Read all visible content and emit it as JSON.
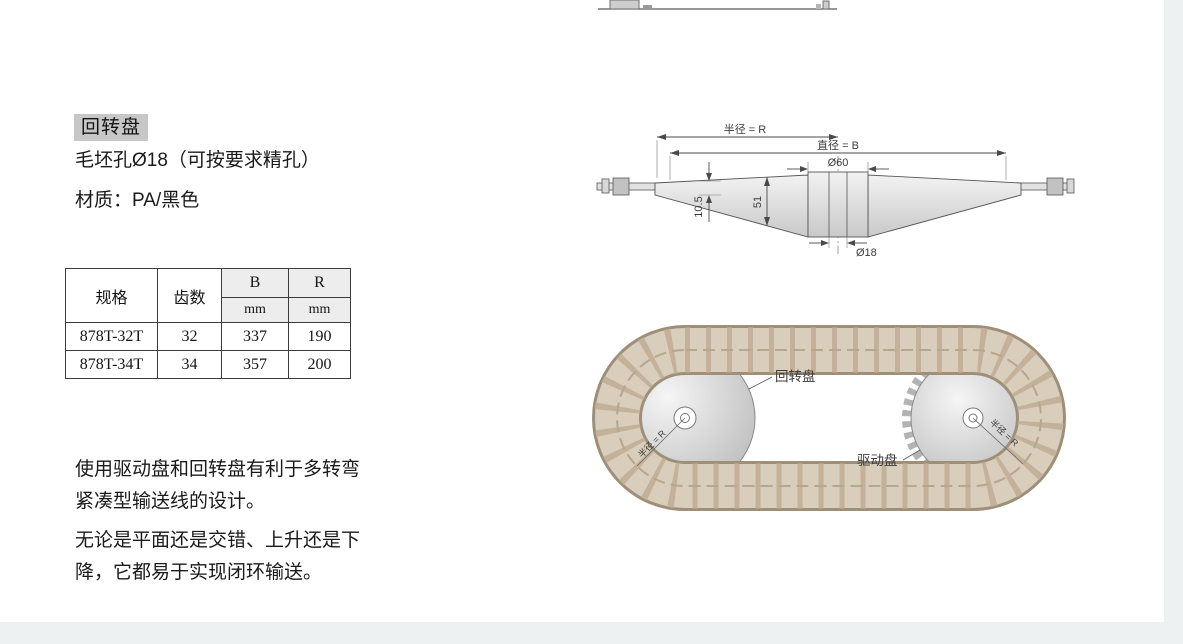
{
  "header": {
    "badge": "回转盘"
  },
  "intro": {
    "line1": "毛坯孔Ø18（可按要求精孔）",
    "line2": "材质：PA/黑色"
  },
  "table": {
    "col_spec": "规格",
    "col_teeth": "齿数",
    "col_b": "B",
    "col_r": "R",
    "unit_b": "mm",
    "unit_r": "mm",
    "rows": [
      {
        "spec": "878T-32T",
        "teeth": "32",
        "b": "337",
        "r": "190"
      },
      {
        "spec": "878T-34T",
        "teeth": "34",
        "b": "357",
        "r": "200"
      }
    ]
  },
  "description": {
    "p1": [
      "使用驱动盘和回转盘有利于多转弯",
      "紧凑型输送线的设计。"
    ],
    "p2": [
      "无论是平面还是交错、上升还是下",
      "降，它都易于实现闭环输送。"
    ]
  },
  "section_drawing": {
    "radius": "半径 = R",
    "diameter": "直径 = B",
    "hub": "Ø60",
    "bore": "Ø18",
    "height": "51",
    "rim": "10.5"
  },
  "loop_drawing": {
    "idler_label": "回转盘",
    "drive_label": "驱动盘",
    "radius_left": "半径 = R",
    "radius_right": "半径 = R"
  },
  "colors": {
    "chain_band": "#d9cdbb",
    "chain_links": "#c3b199",
    "chain_edge": "#9e8f79",
    "disc_light": "#f2f2f2",
    "disc_dark": "#c9c9c9",
    "drawing_line": "#4a4a4a",
    "badge_bg": "#c7c7c7",
    "page_margin": "#eef1f1"
  }
}
